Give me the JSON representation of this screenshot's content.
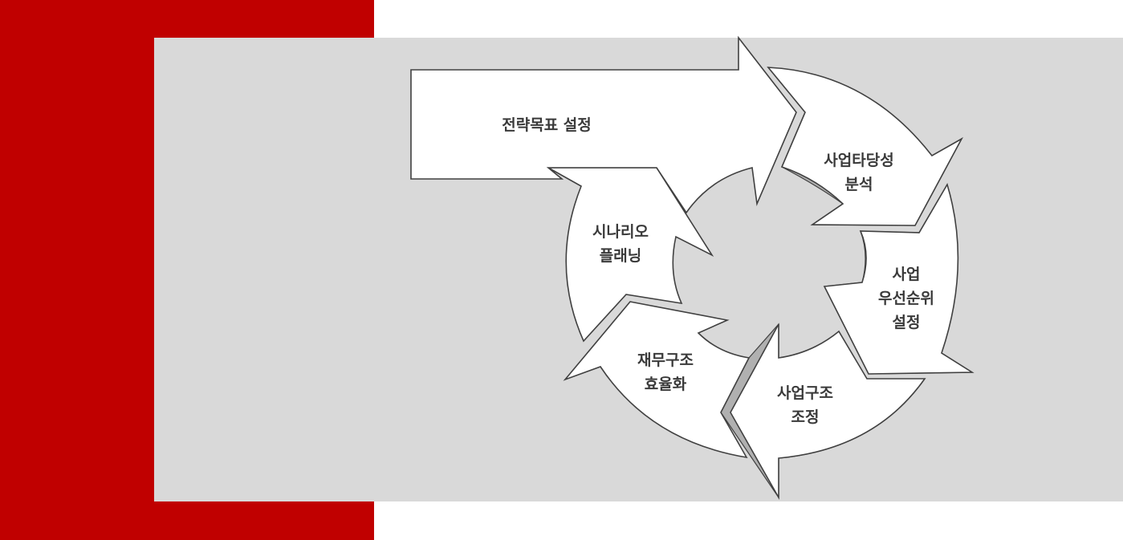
{
  "colors": {
    "accent_red": "#c00000",
    "panel_gray": "#d9d9d9",
    "shape_fill": "#ffffff",
    "shape_stroke": "#404040",
    "text": "#3a3a3a"
  },
  "diagram": {
    "goal_arrow": {
      "label": "전략목표 설정"
    },
    "cycle_steps": [
      {
        "lines": [
          "사업타당성",
          "분석"
        ]
      },
      {
        "lines": [
          "사업",
          "우선순위",
          "설정"
        ]
      },
      {
        "lines": [
          "사업구조",
          "조정"
        ]
      },
      {
        "lines": [
          "재무구조",
          "효율화"
        ]
      },
      {
        "lines": [
          "시나리오",
          "플래닝"
        ]
      }
    ]
  }
}
